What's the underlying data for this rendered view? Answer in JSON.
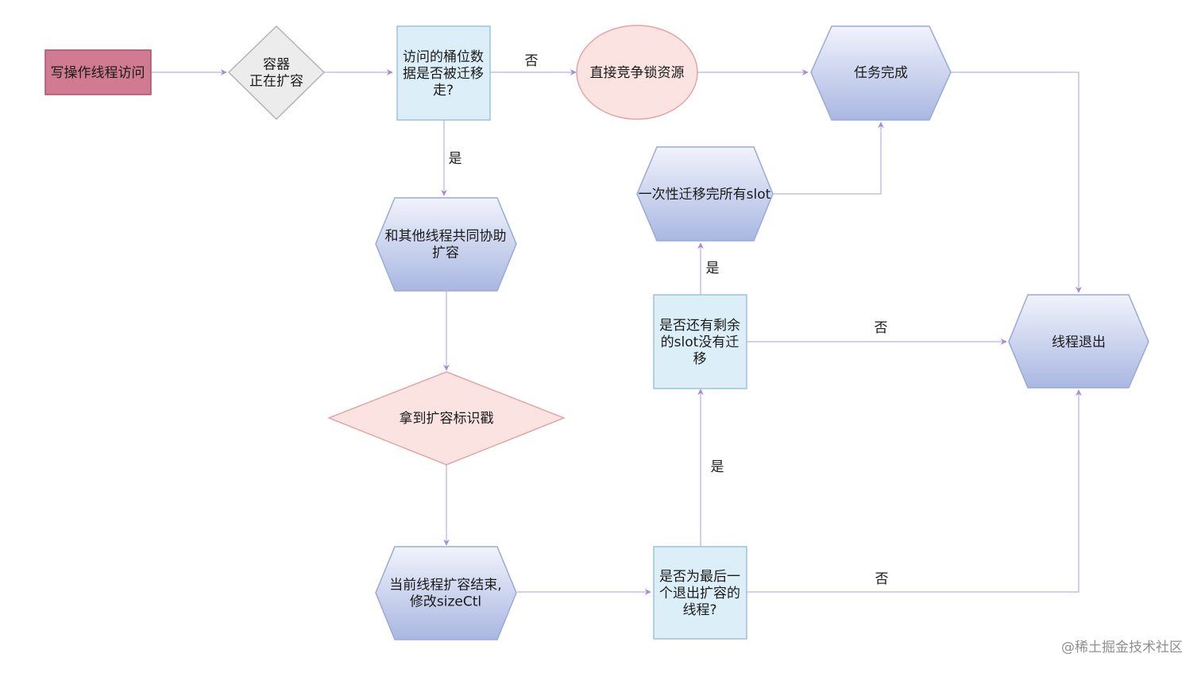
{
  "colors": {
    "edge": "#c9b8e8",
    "arrow": "#a88ad8",
    "hex_fill_top": "#eef0fb",
    "hex_fill_bottom": "#aab8e0",
    "hex_stroke": "#9aaad6",
    "box_fill": "#dceef7",
    "box_stroke": "#9ec2d8",
    "start_fill": "#d07b91",
    "start_stroke": "#a25568",
    "diamond_fill": "#ececec",
    "diamond_stroke": "#b3b3b3",
    "pink_fill": "#fbe3e1",
    "pink_stroke": "#e3a5a5"
  },
  "nodes": {
    "start": {
      "lines": [
        "写操作线程访问"
      ]
    },
    "resizing": {
      "lines": [
        "容器",
        "正在扩容"
      ]
    },
    "migrated_check": {
      "lines": [
        "访问的桶位数",
        "据是否被迁移",
        "走?"
      ]
    },
    "compete_lock": {
      "lines": [
        "直接竞争锁资源"
      ]
    },
    "task_done": {
      "lines": [
        "任务完成"
      ]
    },
    "help_resize": {
      "lines": [
        "和其他线程共同协助",
        "扩容"
      ]
    },
    "migrate_all": {
      "lines": [
        "一次性迁移完所有slot"
      ]
    },
    "remaining_check": {
      "lines": [
        "是否还有剩余",
        "的slot没有迁",
        "移"
      ]
    },
    "thread_exit": {
      "lines": [
        "线程退出"
      ]
    },
    "get_stamp": {
      "lines": [
        "拿到扩容标识戳"
      ]
    },
    "finish_resize": {
      "lines": [
        "当前线程扩容结束,",
        "修改sizeCtl"
      ]
    },
    "last_thread_check": {
      "lines": [
        "是否为最后一",
        "个退出扩容的",
        "线程?"
      ]
    }
  },
  "edge_labels": {
    "no_top": "否",
    "yes_down": "是",
    "yes_migrate": "是",
    "no_remaining": "否",
    "yes_last": "是",
    "no_last": "否"
  },
  "watermark": "@稀土掘金技术社区"
}
